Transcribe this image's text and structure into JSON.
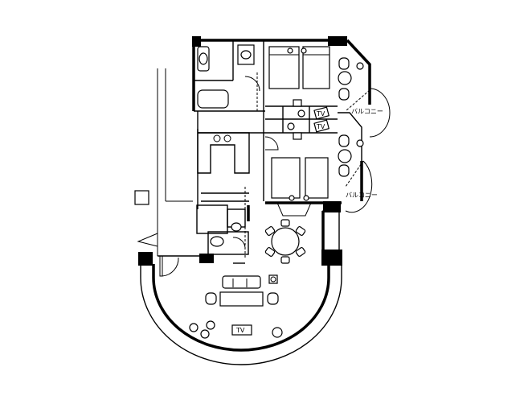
{
  "floor_plan": {
    "labels": {
      "balcony_upper": "バルコニー",
      "balcony_lower": "バルコニー",
      "tv_bedroom_1": "TV",
      "tv_bedroom_2": "TV",
      "tv_living": "TV"
    }
  }
}
